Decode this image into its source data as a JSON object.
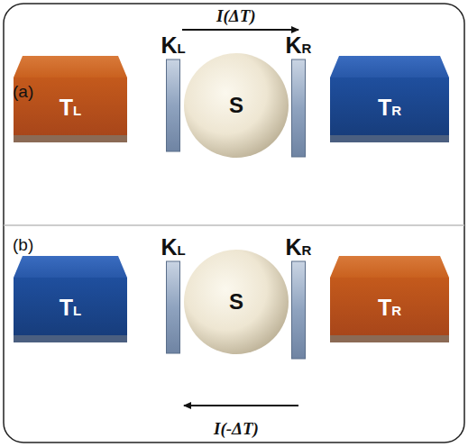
{
  "diagram": {
    "nodes": [
      {
        "text": [
          "TL"
        ]
      },
      {
        "text": [
          "KL"
        ]
      },
      {
        "text": [
          "S"
        ]
      },
      {
        "text": [
          "KR"
        ]
      },
      {
        "text": [
          "TR"
        ]
      },
      {
        "text": [
          "TL"
        ]
      },
      {
        "text": [
          "KL"
        ]
      },
      {
        "text": [
          "S"
        ]
      },
      {
        "text": [
          "KR"
        ]
      },
      {
        "text": [
          "TR"
        ]
      }
    ],
    "labels": [
      "(a)",
      "I(ΔT)",
      "(b)",
      "I(-ΔT)"
    ]
  }
}
